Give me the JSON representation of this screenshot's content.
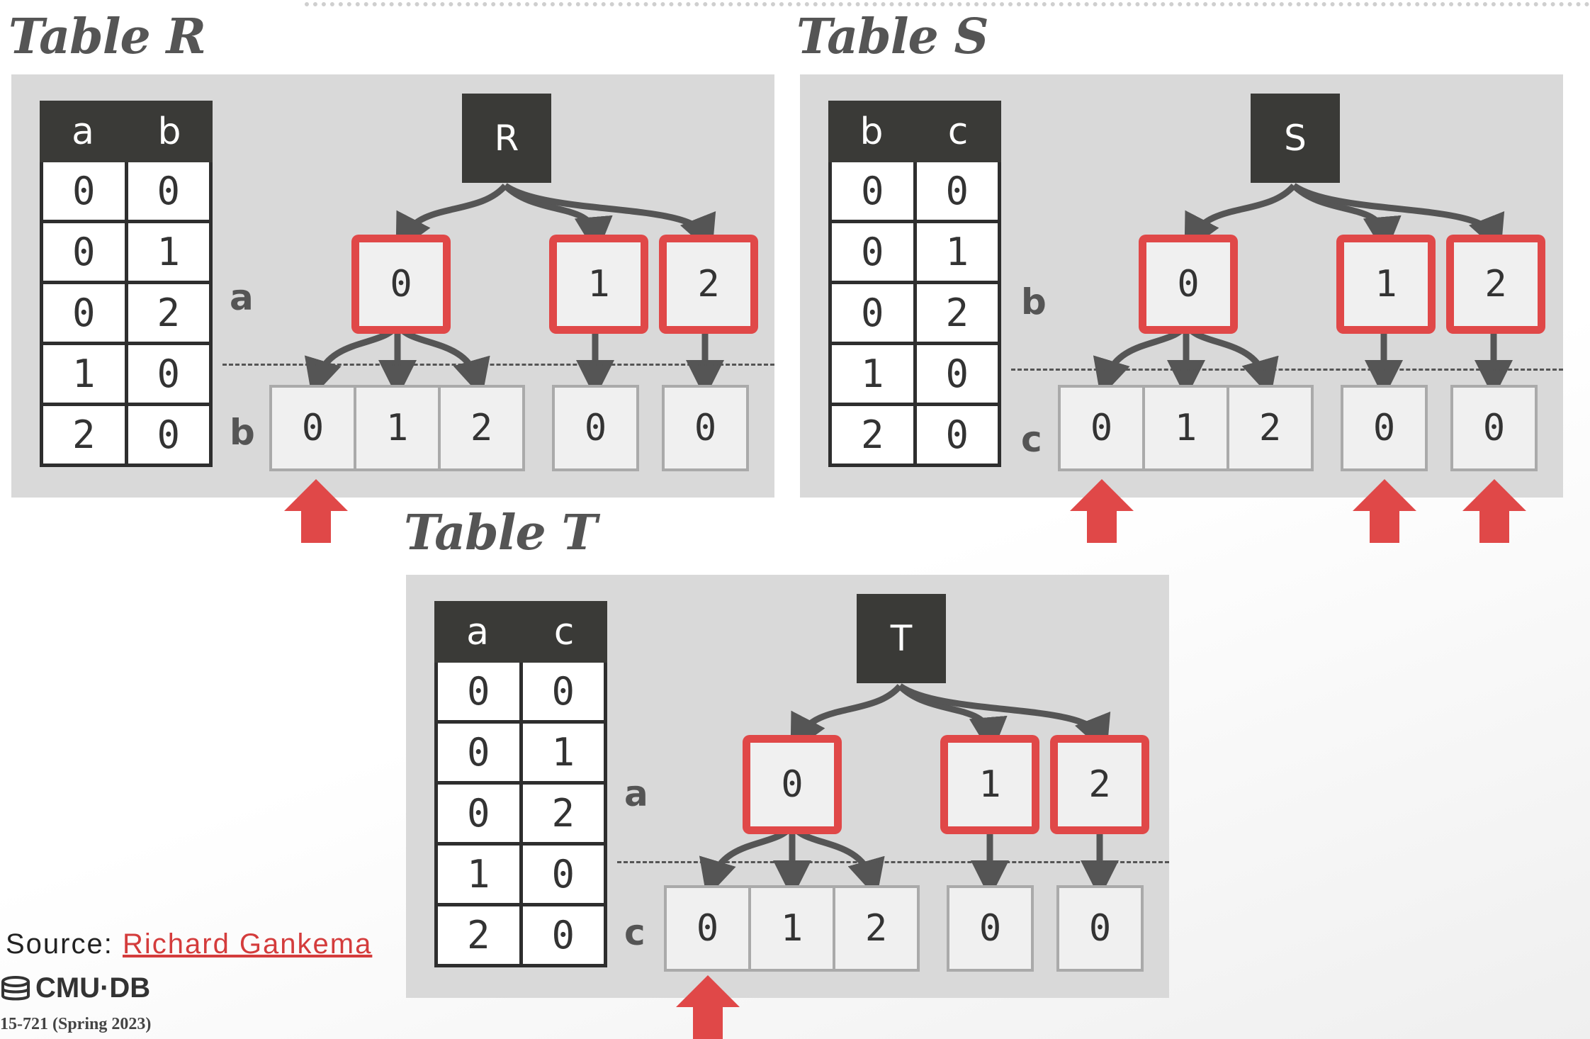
{
  "tables": [
    {
      "title": "Table R",
      "columns": [
        "a",
        "b"
      ],
      "rows": [
        [
          "0",
          "0"
        ],
        [
          "0",
          "1"
        ],
        [
          "0",
          "2"
        ],
        [
          "1",
          "0"
        ],
        [
          "2",
          "0"
        ]
      ],
      "root": "R",
      "level1_label": "a",
      "level2_label": "b",
      "level1_nodes": [
        "0",
        "1",
        "2"
      ],
      "leaves": [
        [
          "0",
          "1",
          "2"
        ],
        [
          "0"
        ],
        [
          "0"
        ]
      ]
    },
    {
      "title": "Table S",
      "columns": [
        "b",
        "c"
      ],
      "rows": [
        [
          "0",
          "0"
        ],
        [
          "0",
          "1"
        ],
        [
          "0",
          "2"
        ],
        [
          "1",
          "0"
        ],
        [
          "2",
          "0"
        ]
      ],
      "root": "S",
      "level1_label": "b",
      "level2_label": "c",
      "level1_nodes": [
        "0",
        "1",
        "2"
      ],
      "leaves": [
        [
          "0",
          "1",
          "2"
        ],
        [
          "0"
        ],
        [
          "0"
        ]
      ]
    },
    {
      "title": "Table T",
      "columns": [
        "a",
        "c"
      ],
      "rows": [
        [
          "0",
          "0"
        ],
        [
          "0",
          "1"
        ],
        [
          "0",
          "2"
        ],
        [
          "1",
          "0"
        ],
        [
          "2",
          "0"
        ]
      ],
      "root": "T",
      "level1_label": "a",
      "level2_label": "c",
      "level1_nodes": [
        "0",
        "1",
        "2"
      ],
      "leaves": [
        [
          "0",
          "1",
          "2"
        ],
        [
          "0"
        ],
        [
          "0"
        ]
      ]
    }
  ],
  "footer": {
    "source_prefix": "Source:",
    "source_link": "Richard Gankema",
    "logo": "CMU·DB",
    "course": "15-721 (Spring 2023)"
  },
  "colors": {
    "highlight": "#e04848",
    "header_bg": "#3a3a37",
    "panel_bg": "#d9d9d9"
  }
}
